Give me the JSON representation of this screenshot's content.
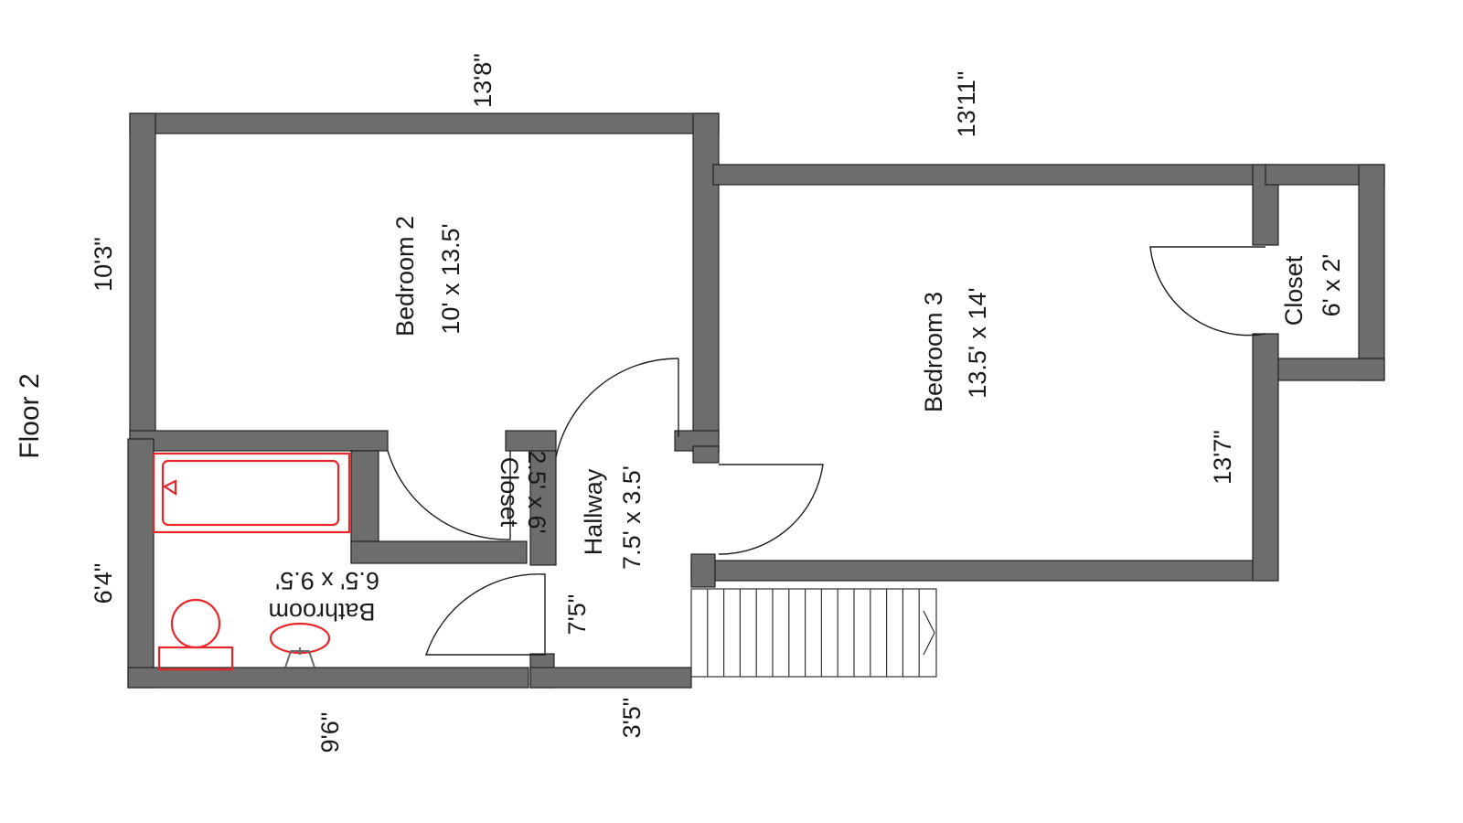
{
  "floor_label": "Floor 2",
  "rooms": {
    "bedroom2": {
      "name": "Bedroom 2",
      "size": "10' x 13.5'"
    },
    "bedroom3": {
      "name": "Bedroom 3",
      "size": "13.5' x 14'"
    },
    "closet_right": {
      "name": "Closet",
      "size": "6' x 2'"
    },
    "closet_small": {
      "name": "Closet",
      "size": "2.5' x 6'"
    },
    "hallway": {
      "name": "Hallway",
      "size": "7.5' x 3.5'"
    },
    "bathroom": {
      "name": "Bathroom",
      "size": "6.5' x 9.5'"
    }
  },
  "dimensions": {
    "top_left": "13'8\"",
    "top_right": "13'11\"",
    "left_upper": "10'3\"",
    "left_lower": "6'4\"",
    "bottom_left": "9'6\"",
    "bottom_mid": "3'5\"",
    "hall_inner": "7'5\"",
    "right_inner": "13'7\""
  },
  "colors": {
    "wall": "#6d6d6d",
    "fixture": "#e8262a"
  }
}
